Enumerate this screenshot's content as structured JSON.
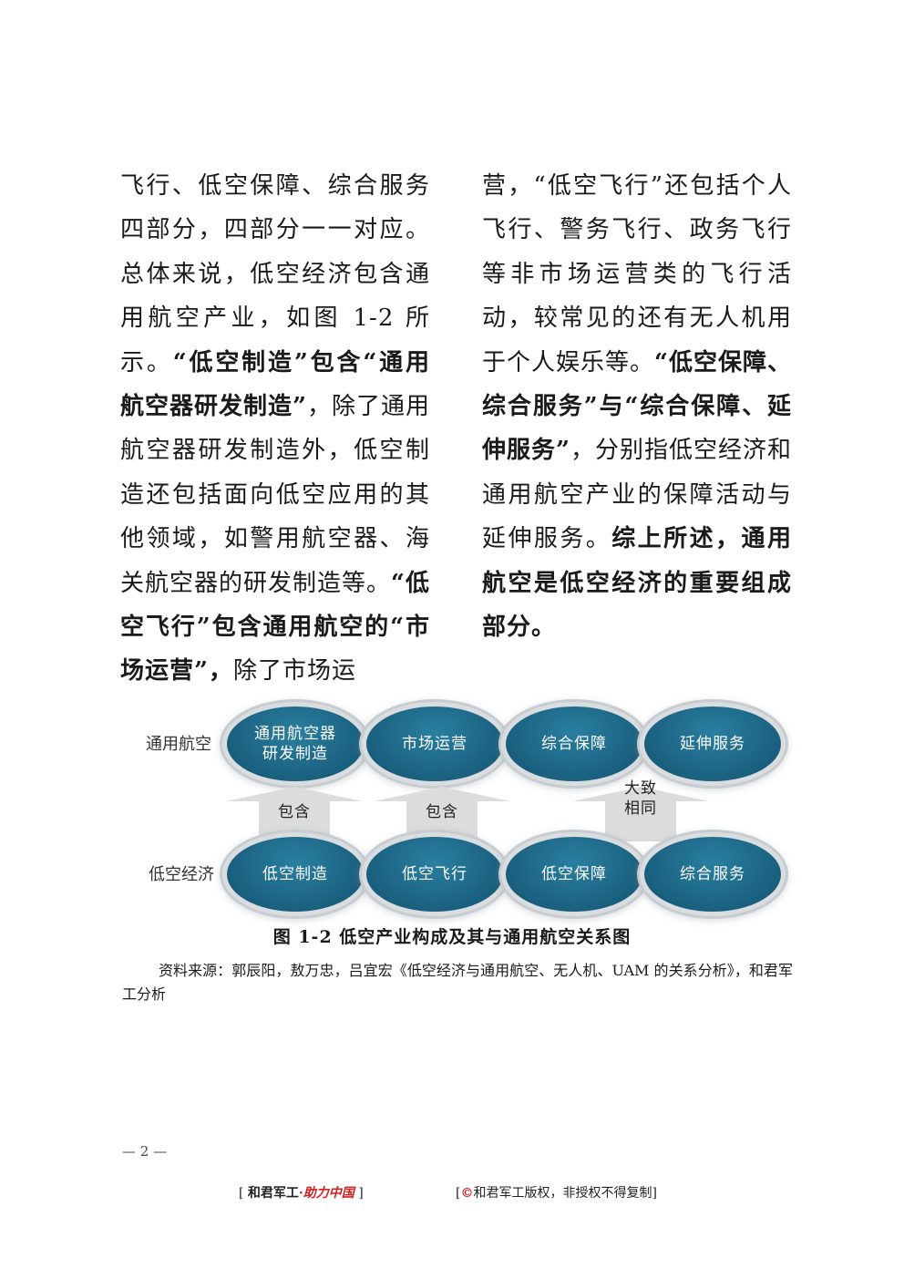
{
  "body": {
    "left_column": [
      {
        "text": "飞行、低空保障、综合服务四部分，四部分一一对应。总体来说，低空经济包含通用航空产业，如图 1-2 所示。",
        "bold": false
      },
      {
        "text": "“低空制造”包含“通用航空器研发制造”",
        "bold": true
      },
      {
        "text": "，除了通用航空器研发制造外，低空制造还包括面向低空应用的其他领域，如警用航空器、海关航空器的研发制造等。",
        "bold": false
      },
      {
        "text": "“低空飞行”包含通用航空的“市场运营”，",
        "bold": true
      },
      {
        "text": "除了市场运",
        "bold": false
      }
    ],
    "right_column": [
      {
        "text": "营，“低空飞行”还包括个人飞行、警务飞行、政务飞行等非市场运营类的飞行活动，较常见的还有无人机用于个人娱乐等。",
        "bold": false
      },
      {
        "text": "“低空保障、综合服务”与“综合保障、延伸服务”",
        "bold": true
      },
      {
        "text": "，分别指低空经济和通用航空产业的保障活动与延伸服务。",
        "bold": false
      },
      {
        "text": "综上所述，通用航空是低空经济的重要组成部分。",
        "bold": true
      }
    ]
  },
  "diagram": {
    "top_row_label": "通用航空",
    "bottom_row_label": "低空经济",
    "top_nodes": [
      "通用航空器\n研发制造",
      "市场运营",
      "综合保障",
      "延伸服务"
    ],
    "bottom_nodes": [
      "低空制造",
      "低空飞行",
      "低空保障",
      "综合服务"
    ],
    "arrow_labels": [
      "包含",
      "包含",
      "大致\n相同"
    ],
    "node_color": "#1a5f7e",
    "arrow_color": "#dcdcdc"
  },
  "figure_caption": "图 1-2  低空产业构成及其与通用航空关系图",
  "source_note": "资料来源：郭辰阳，敖万忠，吕宜宏《低空经济与通用航空、无人机、UAM 的关系分析》，和君军工分析",
  "page_number": "— 2 —",
  "footer": {
    "bracket_open": "[",
    "bracket_close": "]",
    "brand": "和君军工",
    "separator": "·",
    "slogan": "助力中国",
    "copyright_symbol": "©",
    "copyright_text": "和君军工版权，非授权不得复制",
    "accent_color": "#d22020"
  }
}
